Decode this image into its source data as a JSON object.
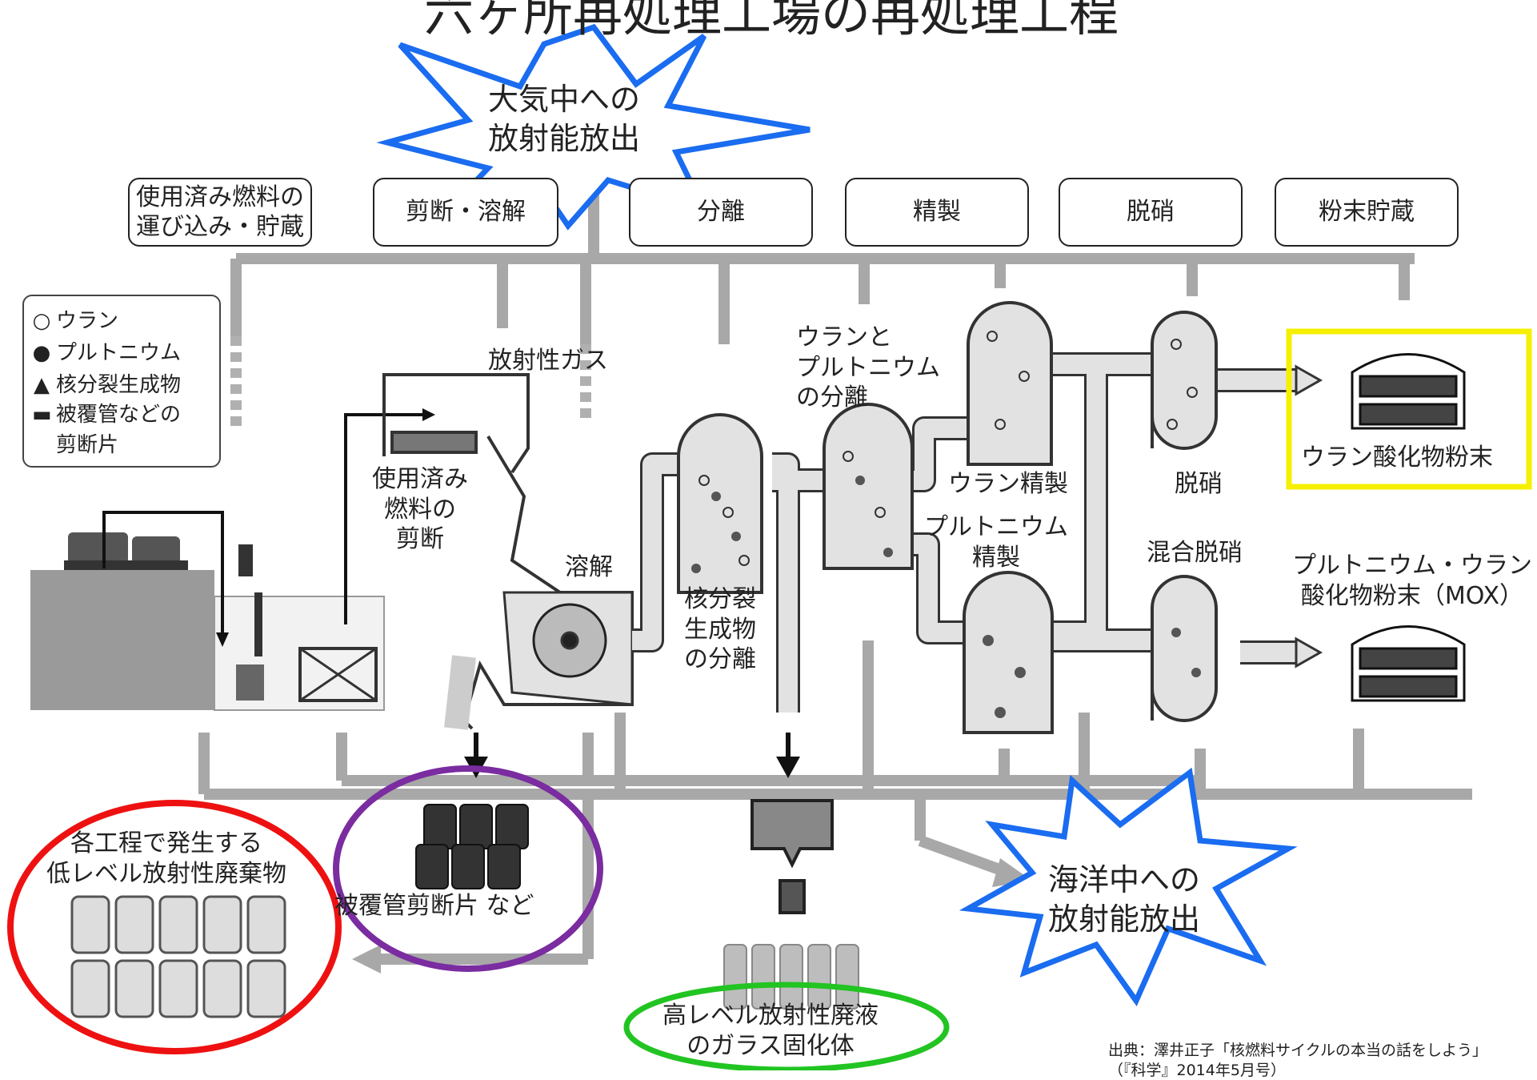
{
  "title": "六ヶ所再処理工場の再処理工程",
  "bursts": {
    "atmosphere": "大気中への\n放射能放出",
    "ocean": "海洋中への\n放射能放出"
  },
  "stages": [
    "使用済み燃料の\n運び込み・貯蔵",
    "剪断・溶解",
    "分離",
    "精製",
    "脱硝",
    "粉末貯蔵"
  ],
  "legend": [
    {
      "mark": "○",
      "label": "ウラン"
    },
    {
      "mark": "●",
      "label": "プルトニウム"
    },
    {
      "mark": "▲",
      "label": "核分裂生成物"
    },
    {
      "mark": "▬",
      "label": "被覆管などの\n剪断片"
    }
  ],
  "process_labels": {
    "radioactive_gas": "放射性ガス",
    "spent_fuel_shearing": "使用済み\n燃料の\n剪断",
    "dissolution": "溶解",
    "fission_separation": "核分裂\n生成物\nの分離",
    "u_pu_separation": "ウランと\nプルトニウム\nの分離",
    "uranium_refining": "ウラン精製",
    "plutonium_refining": "プルトニウム\n精製",
    "denitration": "脱硝",
    "mixed_denitration": "混合脱硝",
    "uranium_oxide_powder": "ウラン酸化物粉末",
    "mox_powder": "プルトニウム・ウラン\n酸化物粉末（MOX）"
  },
  "waste_labels": {
    "low_level": "各工程で発生する\n低レベル放射性廃棄物",
    "hulls": "被覆管剪断片 など",
    "high_level": "高レベル放射性廃液\nのガラス固化体"
  },
  "source": "出典：澤井正子「核燃料サイクルの本当の話をしよう」（『科学』2014年5月号）",
  "colors": {
    "burst_blue": "#1a6cf0",
    "highlight_yellow": "#f5f000",
    "circle_red": "#ee1111",
    "circle_purple": "#7a2ca0",
    "circle_green": "#22c422",
    "pipe_gray": "#a8a8a8",
    "vessel_fill": "#e2e2e2"
  }
}
